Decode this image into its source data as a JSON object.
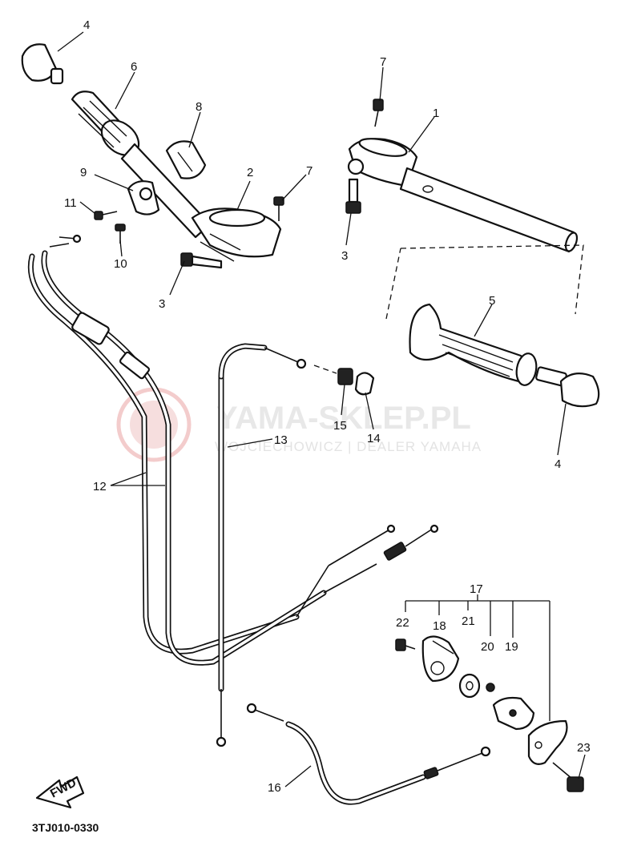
{
  "diagram_code": "3TJ010-0330",
  "fwd_label": "FWD",
  "watermark": {
    "title": "YAMA-SKLEP.PL",
    "subtitle": "WOJCIECHOWICZ | DEALER YAMAHA"
  },
  "callouts": {
    "c1": "1",
    "c2": "2",
    "c3a": "3",
    "c3b": "3",
    "c4a": "4",
    "c4b": "4",
    "c5": "5",
    "c6": "6",
    "c7a": "7",
    "c7b": "7",
    "c8": "8",
    "c9": "9",
    "c10": "10",
    "c11": "11",
    "c12": "12",
    "c13": "13",
    "c14": "14",
    "c15": "15",
    "c16": "16",
    "c17": "17",
    "c18": "18",
    "c19": "19",
    "c20": "20",
    "c21": "21",
    "c22": "22",
    "c23": "23"
  }
}
